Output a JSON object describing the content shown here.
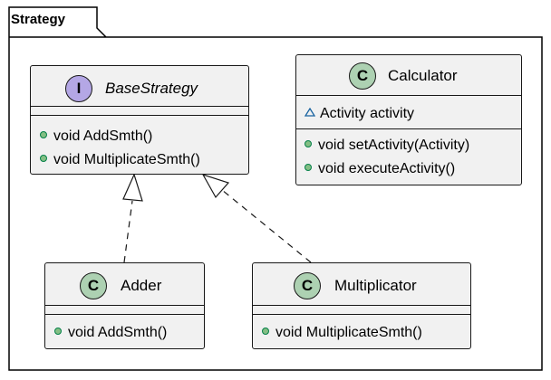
{
  "package": {
    "name": "Strategy"
  },
  "classes": {
    "base_strategy": {
      "stereotype_letter": "I",
      "name": "BaseStrategy",
      "methods": [
        "void AddSmth()",
        "void MultiplicateSmth()"
      ]
    },
    "calculator": {
      "stereotype_letter": "C",
      "name": "Calculator",
      "fields": [
        "Activity activity"
      ],
      "methods": [
        "void setActivity(Activity)",
        "void executeActivity()"
      ]
    },
    "adder": {
      "stereotype_letter": "C",
      "name": "Adder",
      "methods": [
        "void AddSmth()"
      ]
    },
    "multiplicator": {
      "stereotype_letter": "C",
      "name": "Multiplicator",
      "methods": [
        "void MultiplicateSmth()"
      ]
    }
  },
  "colors": {
    "class_badge": "#add1b2",
    "interface_badge": "#b4a7e5",
    "public_dot": "#84be84",
    "package_vis": "#1963a0",
    "class_fill": "#f1f1f1"
  }
}
